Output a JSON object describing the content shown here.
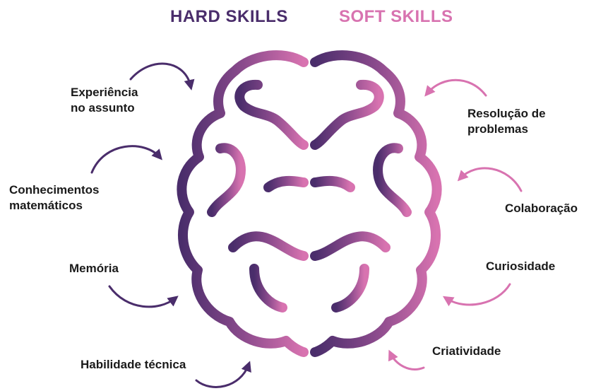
{
  "titles": {
    "hard": "HARD SKILLS",
    "soft": "SOFT SKILLS"
  },
  "hard_skills": [
    {
      "line1": "Experiência",
      "line2": "no assunto"
    },
    {
      "line1": "Conhecimentos",
      "line2": "matemáticos"
    },
    {
      "line1": "Memória",
      "line2": ""
    },
    {
      "line1": "Habilidade técnica",
      "line2": ""
    }
  ],
  "soft_skills": [
    {
      "line1": "Resolução de",
      "line2": "problemas"
    },
    {
      "line1": "Colaboração",
      "line2": ""
    },
    {
      "line1": "Curiosidade",
      "line2": ""
    },
    {
      "line1": "Criatividade",
      "line2": ""
    }
  ],
  "colors": {
    "hard": "#4a2d6b",
    "soft": "#d873b0",
    "text": "#1a1a1a"
  },
  "icons": {
    "brain": "brain-icon",
    "arrow": "curved-arrow-icon"
  }
}
